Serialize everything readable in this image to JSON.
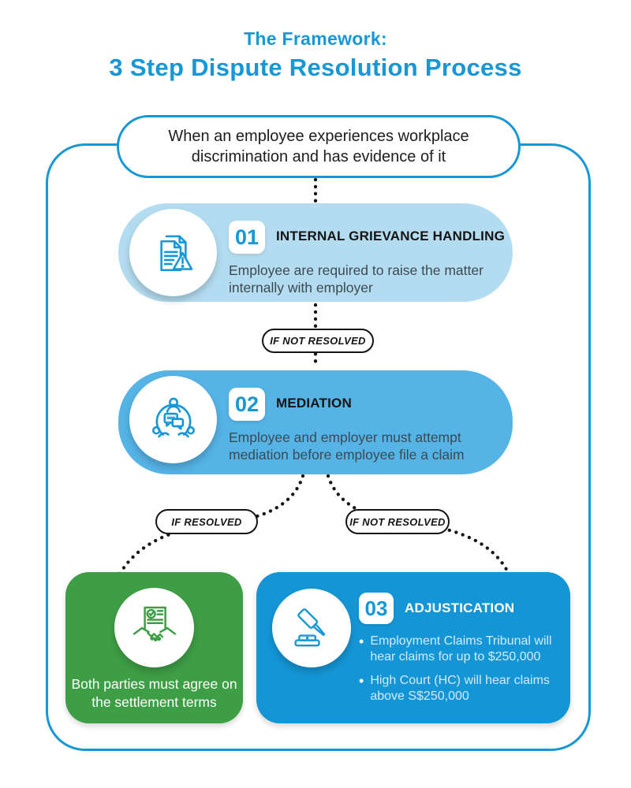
{
  "title": {
    "line1": "The Framework:",
    "line2": "3 Step Dispute Resolution Process"
  },
  "intro_pill": {
    "text": "When an employee experiences workplace discrimination and has evidence of it"
  },
  "connector_labels": {
    "after_step1": "IF NOT RESOLVED",
    "branch_resolved": "IF RESOLVED",
    "branch_not_resolved": "IF NOT RESOLVED"
  },
  "steps": [
    {
      "number": "01",
      "title": "INTERNAL GRIEVANCE HANDLING",
      "description": "Employee are required to raise the matter internally with employer",
      "icon": "document-warning-icon"
    },
    {
      "number": "02",
      "title": "MEDIATION",
      "description": "Employee and employer must attempt mediation before employee file a claim",
      "icon": "mediation-icon"
    },
    {
      "number": "03",
      "title": "ADJUSTICATION",
      "bullets": [
        "Employment Claims Tribunal will hear claims for up to $250,000",
        "High Court (HC) will hear claims above S$250,000"
      ],
      "icon": "gavel-icon"
    }
  ],
  "resolved_box": {
    "text": "Both parties must agree on the settlement terms",
    "icon": "settlement-handshake-icon"
  },
  "colors": {
    "accent_blue": "#1697d6",
    "step1_bg": "#b4dcf0",
    "step2_bg": "#55b3e6",
    "step3_bg": "#1496d6",
    "resolved_green": "#3e9e45",
    "dark_text": "#141414",
    "desc_text": "#3c4a52",
    "light_text_on_blue": "#d2ebf8"
  }
}
